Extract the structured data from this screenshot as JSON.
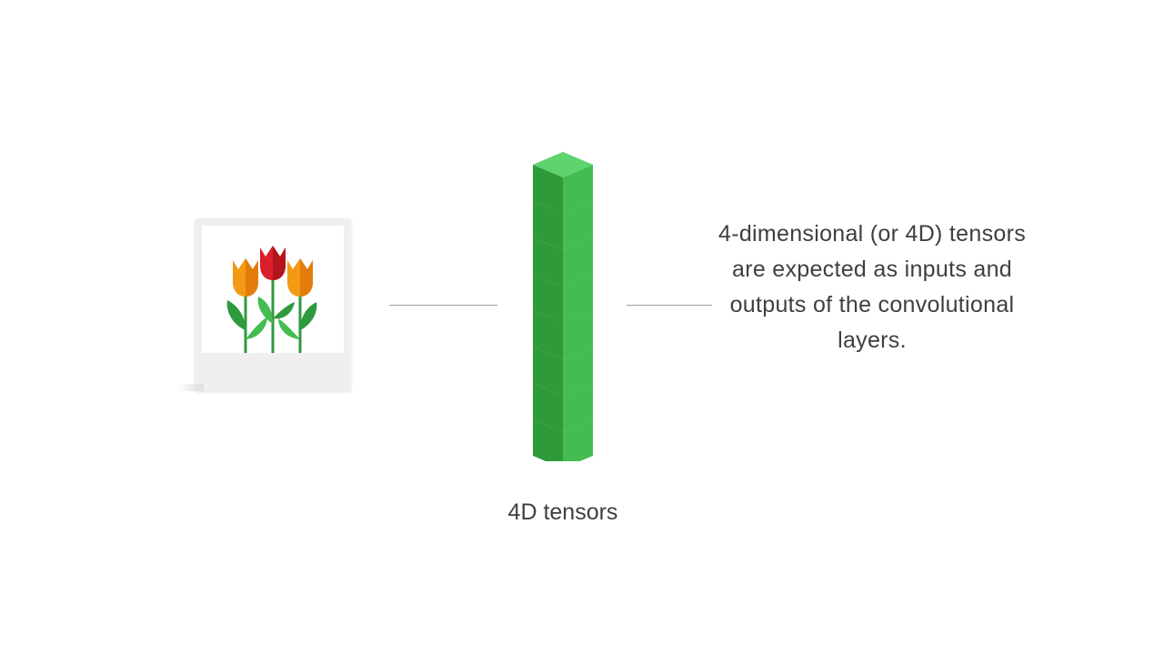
{
  "description": "4-dimensional (or 4D) tensors are expected as inputs and outputs of the convolutional layers.",
  "tensor_label": "4D tensors",
  "colors": {
    "cube_top": "#5fd36e",
    "cube_left": "#2e9a3a",
    "cube_right": "#43bd4f",
    "tulip_orange": "#f29a14",
    "tulip_red": "#d9202a",
    "leaf_green": "#2f9a3d",
    "connector": "#9e9e9e",
    "text": "#3c4043"
  },
  "icons": {
    "photo": "tulips-photo-icon",
    "tensor": "cube-stack-icon"
  },
  "cube_count": 8
}
